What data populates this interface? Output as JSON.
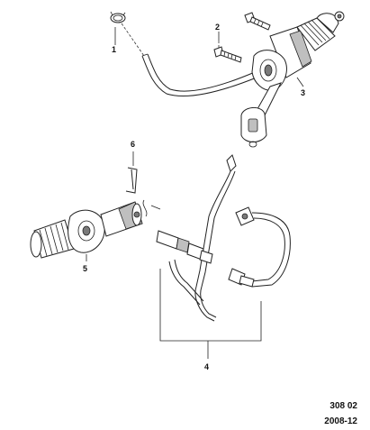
{
  "callouts": {
    "c1": "1",
    "c2": "2",
    "c3": "3",
    "c4": "4",
    "c5": "5",
    "c6": "6"
  },
  "reference": {
    "code": "308 02",
    "date": "2008-12"
  }
}
